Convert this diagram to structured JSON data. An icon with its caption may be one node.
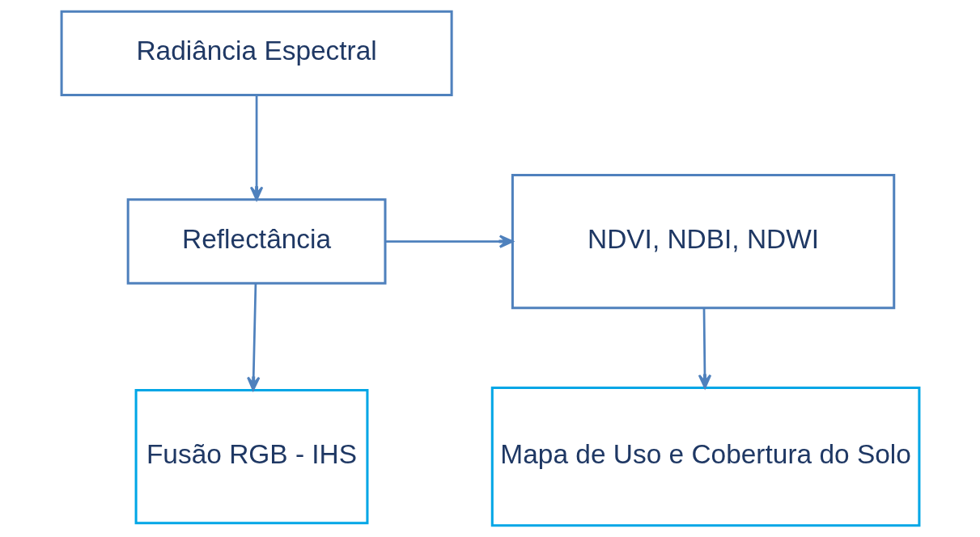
{
  "diagram": {
    "nodes": [
      {
        "text": [
          "Radiância Espectral"
        ]
      },
      {
        "text": [
          "Reflectância"
        ]
      },
      {
        "text": [
          "NDVI, NDBI, NDWI"
        ]
      },
      {
        "text": [
          "Fusão RGB - IHS"
        ]
      },
      {
        "text": [
          "Mapa de Uso e Cobertura do Solo"
        ]
      }
    ],
    "edges": [
      {
        "from": 0,
        "to": 1,
        "arrow": "to"
      },
      {
        "from": 1,
        "to": 2,
        "arrow": "to"
      },
      {
        "from": 1,
        "to": 3,
        "arrow": "to"
      },
      {
        "from": 2,
        "to": 4,
        "arrow": "to"
      }
    ]
  }
}
